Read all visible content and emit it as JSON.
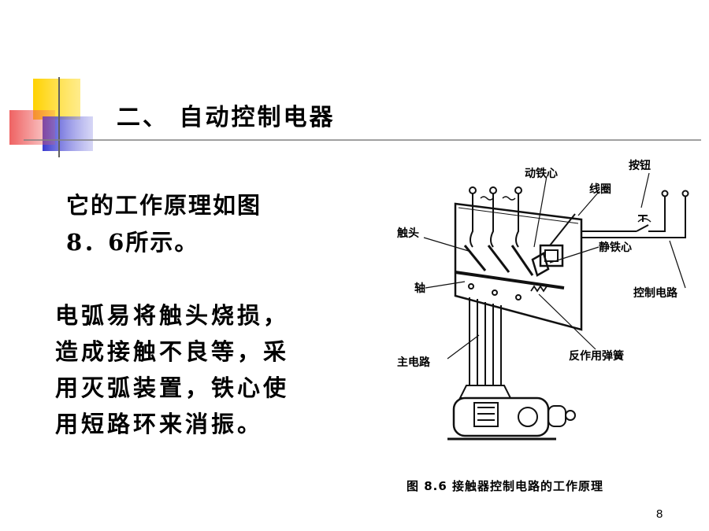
{
  "slide": {
    "title": "二、 自动控制电器",
    "paragraph1": "它的工作原理如图8．6所示。",
    "paragraph2": "电弧易将触头烧损，造成接触不良等，采用灭弧装置，铁心使用短路环来消振。",
    "page_number": "8"
  },
  "figure": {
    "labels": {
      "moving_core": "动铁心",
      "button": "按钮",
      "coil": "线圈",
      "contact": "触头",
      "static_core": "静铁心",
      "shaft": "轴",
      "control_circuit": "控制电路",
      "reaction_spring": "反作用弹簧",
      "main_circuit": "主电路"
    },
    "caption": "图 8.6   接触器控制电路的工作原理"
  },
  "colors": {
    "accent_yellow": "#ffd200",
    "accent_red": "#ee5a5a",
    "accent_blue": "#3a3ad0",
    "rule_line": "#808080"
  }
}
